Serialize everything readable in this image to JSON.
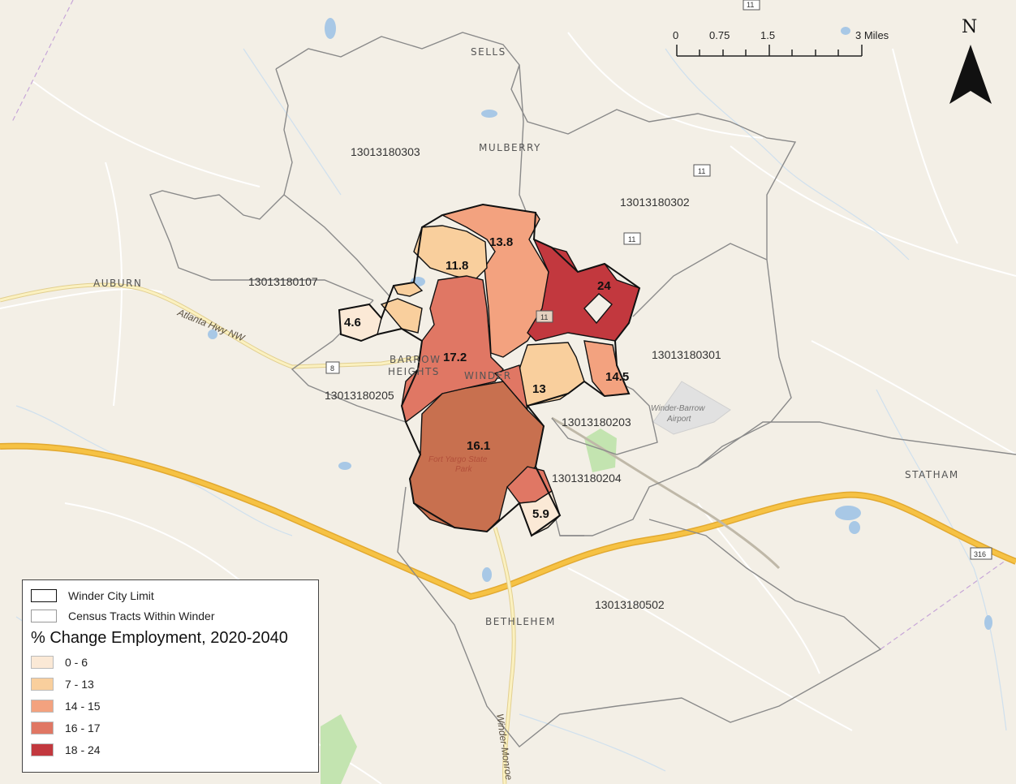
{
  "map": {
    "scale_bar": {
      "ticks": [
        "0",
        "0.75",
        "1.5",
        "3 Miles"
      ]
    },
    "north_label": "N",
    "places": [
      "SELLS",
      "MULBERRY",
      "AUBURN",
      "BARROW",
      "HEIGHTS",
      "WINDER",
      "STATHAM",
      "BETHLEHEM"
    ],
    "tracts": [
      "13013180303",
      "13013180302",
      "13013180107",
      "13013180301",
      "13013180205",
      "13013180203",
      "13013180204",
      "13013180502"
    ],
    "zone_values": [
      "13.8",
      "11.8",
      "24",
      "4.6",
      "17.2",
      "14.5",
      "13",
      "16.1",
      "5.9"
    ],
    "roads": {
      "atlanta_hwy": "Atlanta Hwy NW",
      "winder_monroe": "Winder-Monroe"
    },
    "poi": {
      "airport_line1": "Winder-Barrow",
      "airport_line2": "Airport",
      "park_line1": "Fort Yargo State",
      "park_line2": "Park"
    },
    "shields": [
      "11",
      "11",
      "11",
      "11",
      "8",
      "316"
    ],
    "colors": {
      "class_0_6": "#fbe9d6",
      "class_7_13": "#f9cf9d",
      "class_14_15": "#f3a27f",
      "class_16_17": "#e07764",
      "class_18_24": "#c2383e",
      "highway": "#f6c244",
      "city_limit": "#111111"
    }
  },
  "legend": {
    "city_limit": "Winder City Limit",
    "census_tracts": "Census Tracts Within Winder",
    "title": "% Change Employment, 2020-2040",
    "classes": [
      {
        "label": "0 - 6",
        "color": "#fbe9d6"
      },
      {
        "label": "7 - 13",
        "color": "#f9cf9d"
      },
      {
        "label": "14 - 15",
        "color": "#f3a27f"
      },
      {
        "label": "16 - 17",
        "color": "#e07764"
      },
      {
        "label": "18 - 24",
        "color": "#c2383e"
      }
    ]
  }
}
